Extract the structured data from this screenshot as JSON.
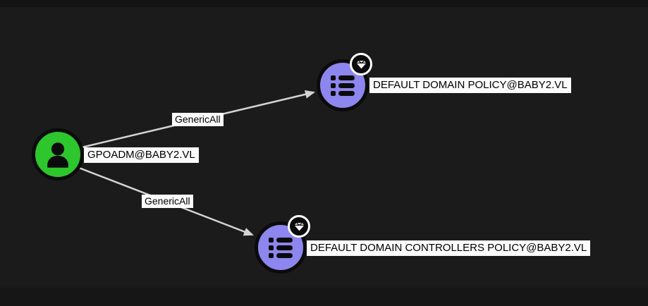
{
  "canvas": {
    "background": "#1b1b1b",
    "edge_color": "#d4d4d4",
    "label_background": "#fbfbfb",
    "label_text_color": "#000000"
  },
  "nodes": {
    "user": {
      "label": "GPOADM@BABY2.VL",
      "type": "User",
      "color": "#2dc62d",
      "icon": "user-icon"
    },
    "gpo1": {
      "label": "DEFAULT DOMAIN POLICY@BABY2.VL",
      "type": "GPO",
      "color": "#8d86ee",
      "icon": "gpo-list-icon",
      "badge_icon": "gem-icon"
    },
    "gpo2": {
      "label": "DEFAULT DOMAIN CONTROLLERS POLICY@BABY2.VL",
      "type": "GPO",
      "color": "#8d86ee",
      "icon": "gpo-list-icon",
      "badge_icon": "gem-icon"
    }
  },
  "edges": {
    "e1": {
      "label": "GenericAll",
      "from": "GPOADM@BABY2.VL",
      "to": "DEFAULT DOMAIN POLICY@BABY2.VL"
    },
    "e2": {
      "label": "GenericAll",
      "from": "GPOADM@BABY2.VL",
      "to": "DEFAULT DOMAIN CONTROLLERS POLICY@BABY2.VL"
    }
  }
}
